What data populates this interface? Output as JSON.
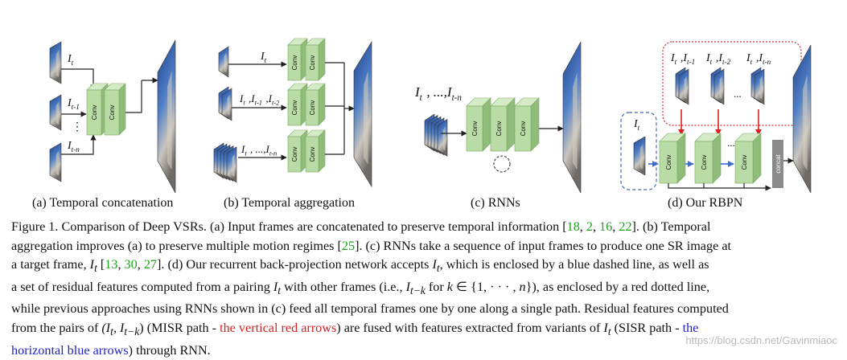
{
  "figure": {
    "labels": {
      "conv": "Conv",
      "concat": "concat",
      "ellipsis": "...",
      "vdots": "⋮"
    },
    "panel_a": {
      "caption": "(a) Temporal concatenation",
      "inputs": [
        "I_t",
        "I_t-1",
        "I_t-n"
      ]
    },
    "panel_b": {
      "caption": "(b) Temporal aggregation",
      "inputs": [
        "I_t",
        "I_t ,I_t-1 ,I_t-2",
        "I_t , ...,I_t-n"
      ]
    },
    "panel_c": {
      "caption": "(c) RNNs",
      "input": "I_t , ...,I_t-n"
    },
    "panel_d": {
      "caption": "(d) Our RBPN",
      "target": "I_t",
      "neighbors": [
        "I_t ,I_t-1",
        "I_t ,I_t-2",
        "I_t ,I_t-n"
      ]
    },
    "colors": {
      "conv_face": "#b9dca6",
      "conv_side": "#8fbc79",
      "conv_top": "#d4ebc6",
      "red_arrow": "#e02020",
      "blue_arrow": "#3a6ecf",
      "blue_dash": "#3f6bb5",
      "red_dot": "#c0303a",
      "concat": "#8a8a8a"
    }
  },
  "caption": {
    "label": "Figure 1.",
    "l1": [
      " Comparison of Deep VSRs.  (a) Input frames are concatenated to preserve temporal information [",
      "18",
      ", ",
      "2",
      ", ",
      "16",
      ", ",
      "22",
      "].  (b) Temporal"
    ],
    "l2": [
      "aggregation improves (a) to preserve multiple motion regimes [",
      "25",
      "]. (c) RNNs take a sequence of input frames to produce one SR image at"
    ],
    "l3": [
      "a target frame, ",
      "I",
      "t",
      " [",
      "13",
      ", ",
      "30",
      ", ",
      "27",
      "].  (d) Our recurrent back-projection network accepts ",
      "I",
      "t",
      ", which is enclosed by a blue dashed line, as well as"
    ],
    "l4": [
      "a set of residual features computed from a pairing ",
      "I",
      "t",
      " with other frames (i.e., ",
      "I",
      "t−k",
      " for ",
      "k",
      " ∈ {1, · · · , ",
      "n",
      "}), as enclosed by a red dotted line,"
    ],
    "l5": "while previous approaches using RNNs shown in (c) feed all temporal frames one by one along a single path. Residual features computed",
    "l6": [
      "from the pairs of ",
      "(I",
      "t",
      ", I",
      "t−k",
      ")",
      " (MISR path - ",
      "the vertical red arrows",
      ") are fused with features extracted from variants of ",
      "I",
      "t",
      " (SISR path - ",
      "the"
    ],
    "l7": [
      "horizontal blue arrows",
      ") through RNN."
    ]
  },
  "watermark": "https://blog.csdn.net/Gavinmiaoc"
}
